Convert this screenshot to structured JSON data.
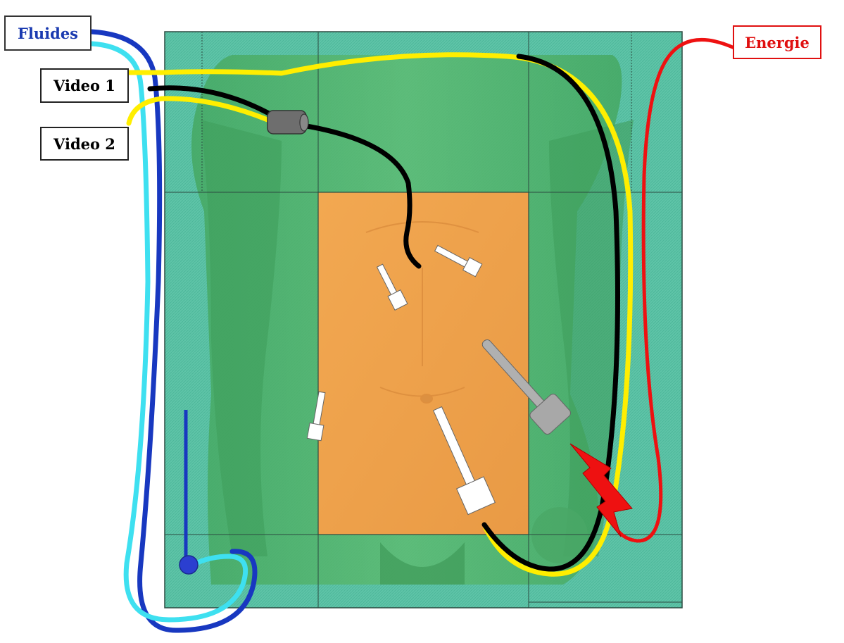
{
  "labels": {
    "fluides": "Fluides",
    "video1": "Video 1",
    "video2": "Video 2",
    "energie": "Energie"
  },
  "colors": {
    "drape": "#5fc4a8",
    "drape_dark": "#3aa98c",
    "body_green": "#4fae6a",
    "operating_field": "#f0a24e",
    "fluides_dark": "#1838c0",
    "fluides_light": "#3ee0f0",
    "video1": "#000000",
    "video2": "#ffee00",
    "energie": "#ee1111",
    "trocar": "#ffffff",
    "instrument_grey": "#a8a8a8"
  },
  "icons": [
    "trocar-icon",
    "camera-head-icon",
    "lightning-bolt-icon",
    "suction-reservoir-icon"
  ]
}
